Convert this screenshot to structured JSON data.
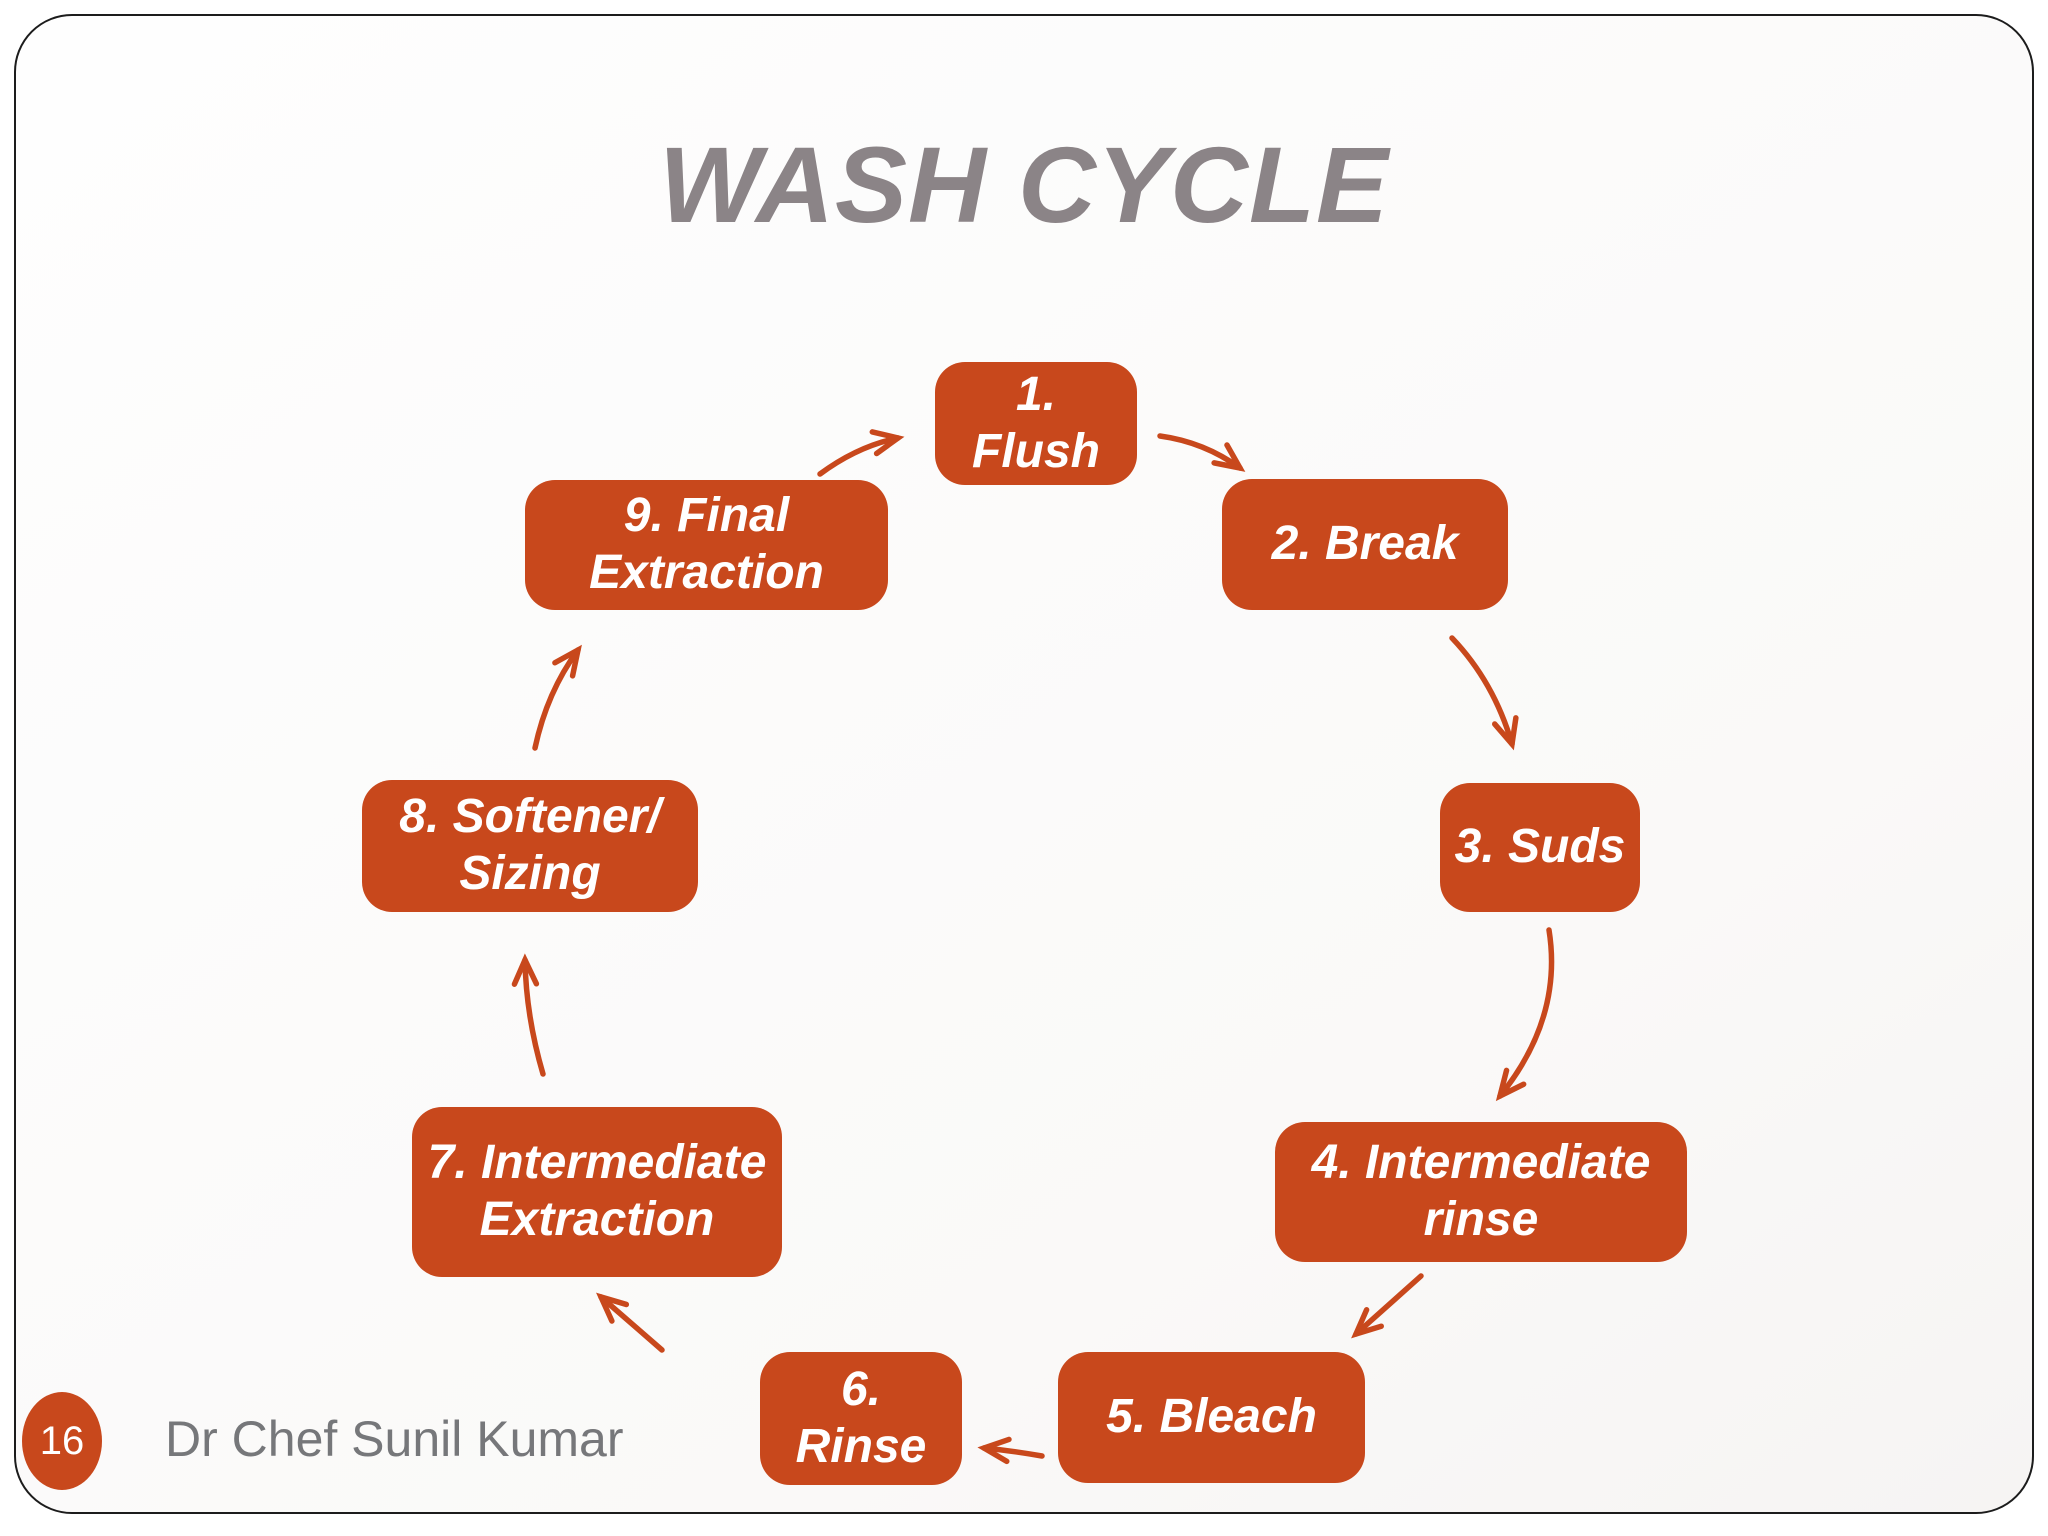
{
  "title": "WASH CYCLE",
  "steps": [
    {
      "id": 1,
      "label": "1.\nFlush"
    },
    {
      "id": 2,
      "label": "2. Break"
    },
    {
      "id": 3,
      "label": "3. Suds"
    },
    {
      "id": 4,
      "label": "4. Intermediate\nrinse"
    },
    {
      "id": 5,
      "label": "5. Bleach"
    },
    {
      "id": 6,
      "label": "6.\nRinse"
    },
    {
      "id": 7,
      "label": "7. Intermediate\nExtraction"
    },
    {
      "id": 8,
      "label": "8. Softener/\nSizing"
    },
    {
      "id": 9,
      "label": "9. Final\nExtraction"
    }
  ],
  "flow": [
    "1→2",
    "2→3",
    "3→4",
    "4→5",
    "5→6",
    "6→7",
    "7→8",
    "8→9",
    "9→1"
  ],
  "footer": {
    "page_number": "16",
    "author": "Dr Chef Sunil Kumar"
  },
  "colors": {
    "box": "#C8481C",
    "arrow": "#C8481C",
    "title": "#8B8487",
    "author": "#76777A"
  }
}
